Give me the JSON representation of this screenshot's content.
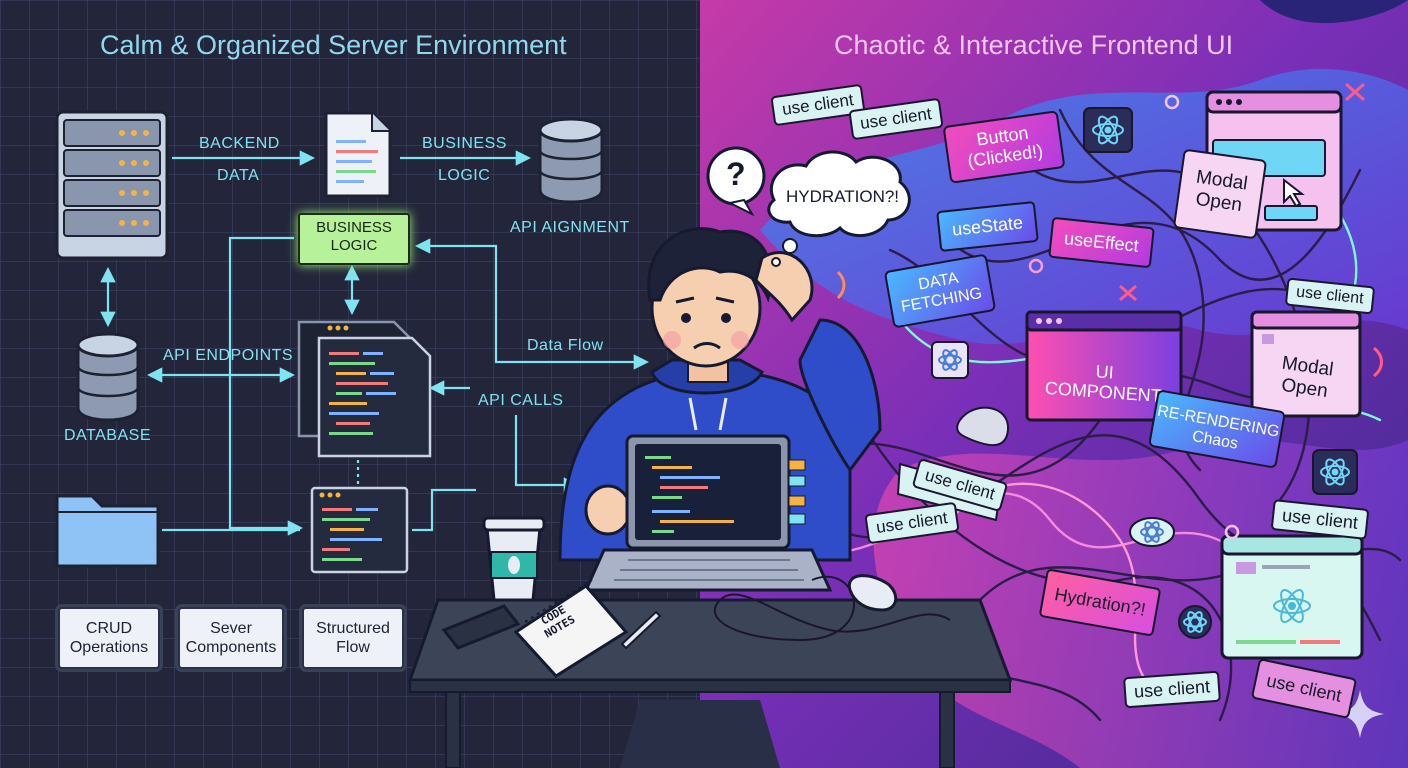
{
  "left": {
    "title": "Calm & Organized Server Environment",
    "flow_labels": {
      "backend": "BACKEND",
      "data": "DATA",
      "business": "BUSINESS",
      "logic": "LOGIC",
      "api_alignment": "API AIGNMENT",
      "api_endpoints": "API ENDPOINTS",
      "database": "DATABASE",
      "data_flow": "Data Flow",
      "api_calls": "API CALLS"
    },
    "business_logic_box": {
      "line1": "BUSINESS",
      "line2": "LOGIC"
    },
    "bottom_boxes": [
      {
        "line1": "CRUD",
        "line2": "Operations"
      },
      {
        "line1": "Sever",
        "line2": "Components"
      },
      {
        "line1": "Structured",
        "line2": "Flow"
      }
    ]
  },
  "center": {
    "thought_bubble": "HYDRATION?!",
    "question_mark": "?",
    "notepad": {
      "line1": "CODE",
      "line2": "NOTES"
    }
  },
  "right": {
    "title": "Chaotic & Interactive Frontend UI",
    "chips": {
      "use_client_1": "use client",
      "use_client_2": "use client",
      "button_clicked_1": "Button",
      "button_clicked_2": "(Clicked!)",
      "modal_top_1": "Modal",
      "modal_top_2": "Open",
      "use_state": "useState",
      "use_effect": "useEffect",
      "data_fetching_1": "DATA",
      "data_fetching_2": "FETCHING",
      "use_client_3": "use client",
      "ui_component_1": "UI",
      "ui_component_2": "COMPONENT",
      "modal_right_1": "Modal",
      "modal_right_2": "Open",
      "rerendering_1": "RE-RENDERING",
      "rerendering_2": "Chaos",
      "use_client_4": "use client",
      "use_client_5": "use client",
      "use_client_6": "use client",
      "hydration": "Hydration?!",
      "use_client_7": "use client",
      "use_client_8": "use client"
    }
  },
  "colors": {
    "left_bg": "#23263a",
    "grid": "#3a4262",
    "cyan": "#7fe3f0",
    "right_bg_a": "#3a2a8c",
    "right_bg_b": "#c23bb0",
    "hoodie": "#2f4cc9"
  },
  "icons": [
    "server-rack-icon",
    "document-icon",
    "database-icon",
    "folder-icon",
    "code-window-icon",
    "react-atom-icon",
    "cursor-icon",
    "coffee-cup-icon",
    "smartphone-icon",
    "pen-icon",
    "mouse-icon",
    "sparkle-icon"
  ]
}
